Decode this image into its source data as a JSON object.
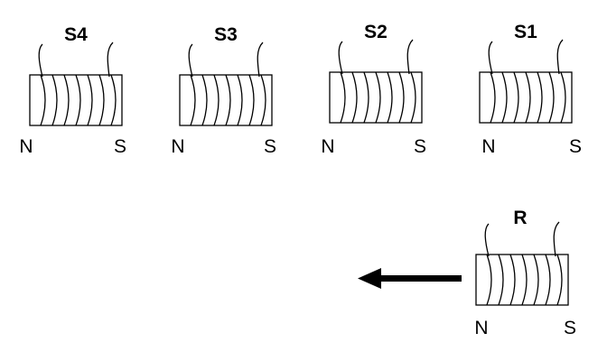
{
  "colors": {
    "background": "#ffffff",
    "ink": "#000000"
  },
  "coils": [
    {
      "id": "s4",
      "label": "S4",
      "north_label": "N",
      "south_label": "S"
    },
    {
      "id": "s3",
      "label": "S3",
      "north_label": "N",
      "south_label": "S"
    },
    {
      "id": "s2",
      "label": "S2",
      "north_label": "N",
      "south_label": "S"
    },
    {
      "id": "s1",
      "label": "S1",
      "north_label": "N",
      "south_label": "S"
    },
    {
      "id": "r",
      "label": "R",
      "north_label": "N",
      "south_label": "S"
    }
  ],
  "arrow": {
    "direction": "left",
    "icon": "left-arrow-icon"
  }
}
